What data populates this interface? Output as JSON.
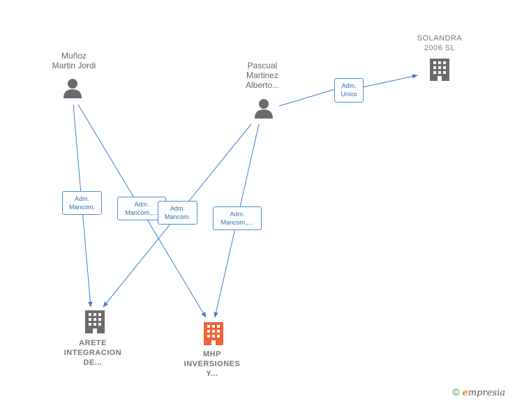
{
  "nodes": {
    "munoz": {
      "line1": "Muñoz",
      "line2": "Martin Jordi"
    },
    "pascual": {
      "line1": "Pascual",
      "line2": "Martinez",
      "line3": "Alberto..."
    },
    "solandra": {
      "line1": "SOLANDRA",
      "line2": "2006 SL"
    },
    "arete": {
      "line1": "ARETE",
      "line2": "INTEGRACION",
      "line3": "DE..."
    },
    "mhp": {
      "line1": "MHP",
      "line2": "INVERSIONES",
      "line3": "Y..."
    }
  },
  "edges": {
    "munoz_arete": {
      "line1": "Adm.",
      "line2": "Mancom."
    },
    "munoz_mhp": {
      "line1": "Adm.",
      "line2": "Mancom.,..."
    },
    "pascual_arete": {
      "line1": "Adm.",
      "line2": "Mancom."
    },
    "pascual_mhp": {
      "line1": "Adm.",
      "line2": "Mancom.,..."
    },
    "pascual_solandra": {
      "line1": "Adm.",
      "line2": "Unico"
    }
  },
  "colors": {
    "edge": "#3a7fd0",
    "person_icon": "#6b6b6b",
    "company_icon": "#6b6b6b",
    "company_highlight": "#f0643a"
  },
  "footer": {
    "copyright": "©",
    "brand_initial": "e",
    "brand_rest": "mpresia"
  }
}
